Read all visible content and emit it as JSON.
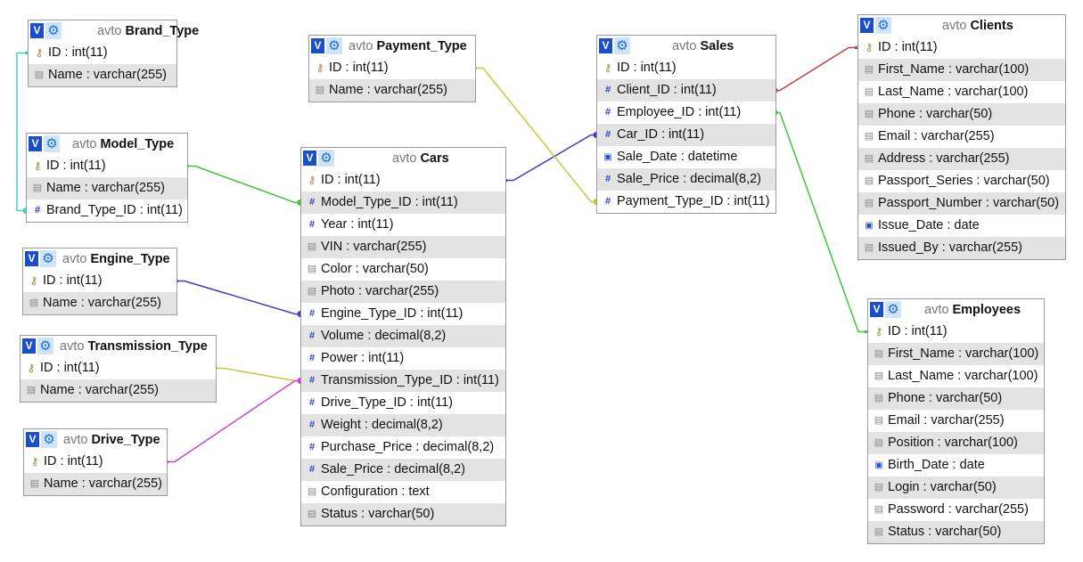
{
  "tables": [
    {
      "id": "brand_type",
      "db": "avto",
      "name": "Brand_Type",
      "columns": [
        {
          "text": "ID : int(11)",
          "icon": "key-icon"
        },
        {
          "text": "Name : varchar(255)",
          "icon": "text-field-icon"
        }
      ]
    },
    {
      "id": "model_type",
      "db": "avto",
      "name": "Model_Type",
      "columns": [
        {
          "text": "ID : int(11)",
          "icon": "key-icon"
        },
        {
          "text": "Name : varchar(255)",
          "icon": "text-field-icon"
        },
        {
          "text": "Brand_Type_ID : int(11)",
          "icon": "numeric-field-icon"
        }
      ]
    },
    {
      "id": "engine_type",
      "db": "avto",
      "name": "Engine_Type",
      "columns": [
        {
          "text": "ID : int(11)",
          "icon": "key-icon"
        },
        {
          "text": "Name : varchar(255)",
          "icon": "text-field-icon"
        }
      ]
    },
    {
      "id": "transmission_type",
      "db": "avto",
      "name": "Transmission_Type",
      "columns": [
        {
          "text": "ID : int(11)",
          "icon": "key-icon"
        },
        {
          "text": "Name : varchar(255)",
          "icon": "text-field-icon"
        }
      ]
    },
    {
      "id": "drive_type",
      "db": "avto",
      "name": "Drive_Type",
      "columns": [
        {
          "text": "ID : int(11)",
          "icon": "key-icon"
        },
        {
          "text": "Name : varchar(255)",
          "icon": "text-field-icon"
        }
      ]
    },
    {
      "id": "payment_type",
      "db": "avto",
      "name": "Payment_Type",
      "columns": [
        {
          "text": "ID : int(11)",
          "icon": "key-icon"
        },
        {
          "text": "Name : varchar(255)",
          "icon": "text-field-icon"
        }
      ]
    },
    {
      "id": "cars",
      "db": "avto",
      "name": "Cars",
      "columns": [
        {
          "text": "ID : int(11)",
          "icon": "key-icon"
        },
        {
          "text": "Model_Type_ID : int(11)",
          "icon": "numeric-field-icon"
        },
        {
          "text": "Year : int(11)",
          "icon": "numeric-field-icon"
        },
        {
          "text": "VIN : varchar(255)",
          "icon": "text-field-icon"
        },
        {
          "text": "Color : varchar(50)",
          "icon": "text-field-icon"
        },
        {
          "text": "Photo : varchar(255)",
          "icon": "text-field-icon"
        },
        {
          "text": "Engine_Type_ID : int(11)",
          "icon": "numeric-field-icon"
        },
        {
          "text": "Volume : decimal(8,2)",
          "icon": "numeric-field-icon"
        },
        {
          "text": "Power : int(11)",
          "icon": "numeric-field-icon"
        },
        {
          "text": "Transmission_Type_ID : int(11)",
          "icon": "numeric-field-icon"
        },
        {
          "text": "Drive_Type_ID : int(11)",
          "icon": "numeric-field-icon"
        },
        {
          "text": "Weight : decimal(8,2)",
          "icon": "numeric-field-icon"
        },
        {
          "text": "Purchase_Price : decimal(8,2)",
          "icon": "numeric-field-icon"
        },
        {
          "text": "Sale_Price : decimal(8,2)",
          "icon": "numeric-field-icon"
        },
        {
          "text": "Configuration : text",
          "icon": "text-field-icon"
        },
        {
          "text": "Status : varchar(50)",
          "icon": "text-field-icon"
        }
      ]
    },
    {
      "id": "sales",
      "db": "avto",
      "name": "Sales",
      "columns": [
        {
          "text": "ID : int(11)",
          "icon": "key-icon"
        },
        {
          "text": "Client_ID : int(11)",
          "icon": "numeric-field-icon"
        },
        {
          "text": "Employee_ID : int(11)",
          "icon": "numeric-field-icon"
        },
        {
          "text": "Car_ID : int(11)",
          "icon": "numeric-field-icon"
        },
        {
          "text": "Sale_Date : datetime",
          "icon": "date-field-icon"
        },
        {
          "text": "Sale_Price : decimal(8,2)",
          "icon": "numeric-field-icon"
        },
        {
          "text": "Payment_Type_ID : int(11)",
          "icon": "numeric-field-icon"
        }
      ]
    },
    {
      "id": "clients",
      "db": "avto",
      "name": "Clients",
      "columns": [
        {
          "text": "ID : int(11)",
          "icon": "key-icon"
        },
        {
          "text": "First_Name : varchar(100)",
          "icon": "text-field-icon"
        },
        {
          "text": "Last_Name : varchar(100)",
          "icon": "text-field-icon"
        },
        {
          "text": "Phone : varchar(50)",
          "icon": "text-field-icon"
        },
        {
          "text": "Email : varchar(255)",
          "icon": "text-field-icon"
        },
        {
          "text": "Address : varchar(255)",
          "icon": "text-field-icon"
        },
        {
          "text": "Passport_Series : varchar(50)",
          "icon": "text-field-icon"
        },
        {
          "text": "Passport_Number : varchar(50)",
          "icon": "text-field-icon"
        },
        {
          "text": "Issue_Date : date",
          "icon": "date-field-icon"
        },
        {
          "text": "Issued_By : varchar(255)",
          "icon": "text-field-icon"
        }
      ]
    },
    {
      "id": "employees",
      "db": "avto",
      "name": "Employees",
      "columns": [
        {
          "text": "ID : int(11)",
          "icon": "key-icon"
        },
        {
          "text": "First_Name : varchar(100)",
          "icon": "text-field-icon"
        },
        {
          "text": "Last_Name : varchar(100)",
          "icon": "text-field-icon"
        },
        {
          "text": "Phone : varchar(50)",
          "icon": "text-field-icon"
        },
        {
          "text": "Email : varchar(255)",
          "icon": "text-field-icon"
        },
        {
          "text": "Position : varchar(100)",
          "icon": "text-field-icon"
        },
        {
          "text": "Birth_Date : date",
          "icon": "date-field-icon"
        },
        {
          "text": "Login : varchar(50)",
          "icon": "text-field-icon"
        },
        {
          "text": "Password : varchar(255)",
          "icon": "text-field-icon"
        },
        {
          "text": "Status : varchar(50)",
          "icon": "text-field-icon"
        }
      ]
    }
  ],
  "header_icons": {
    "toggle": "V",
    "options": "gear-icon"
  },
  "relations": [
    {
      "from": "model_type.Brand_Type_ID",
      "to": "brand_type.ID",
      "color": "#40d0d0"
    },
    {
      "from": "cars.Model_Type_ID",
      "to": "model_type.ID",
      "color": "#3cc83c"
    },
    {
      "from": "cars.Engine_Type_ID",
      "to": "engine_type.ID",
      "color": "#3c3cc8"
    },
    {
      "from": "cars.Transmission_Type_ID",
      "to": "transmission_type.ID",
      "color": "#c8c83c"
    },
    {
      "from": "cars.Transmission_Type_ID",
      "to": "drive_type.ID",
      "color": "#d040d0"
    },
    {
      "from": "sales.Car_ID",
      "to": "cars.ID",
      "color": "#3c3cc8"
    },
    {
      "from": "sales.Payment_Type_ID",
      "to": "payment_type.ID",
      "color": "#c8c83c"
    },
    {
      "from": "sales.Client_ID",
      "to": "clients.ID",
      "color": "#c84040"
    },
    {
      "from": "sales.Employee_ID",
      "to": "employees.ID",
      "color": "#3cc83c"
    }
  ]
}
